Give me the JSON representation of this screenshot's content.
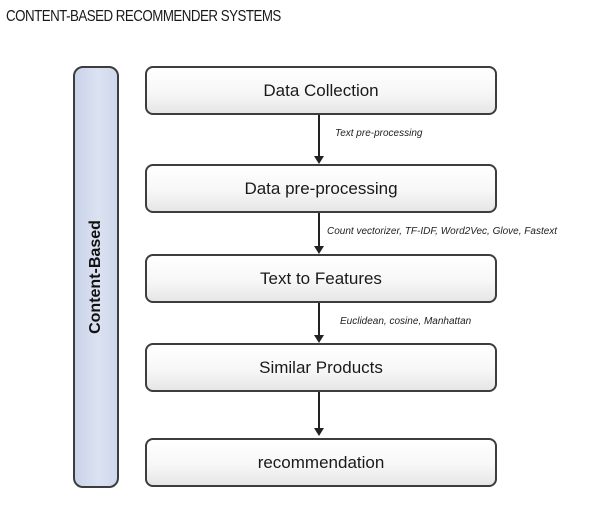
{
  "title": "CONTENT-BASED RECOMMENDER SYSTEMS",
  "side_label": "Content-Based",
  "steps": [
    "Data Collection",
    "Data pre-processing",
    "Text to Features",
    "Similar Products",
    "recommendation"
  ],
  "transitions": [
    "Text pre-processing",
    "Count vectorizer, TF-IDF, Word2Vec, Glove, Fastext",
    "Euclidean, cosine, Manhattan"
  ],
  "colors": {
    "side_bar_fill": "#d5ddef",
    "box_border": "#3d3d3d",
    "arrow": "#222222"
  }
}
